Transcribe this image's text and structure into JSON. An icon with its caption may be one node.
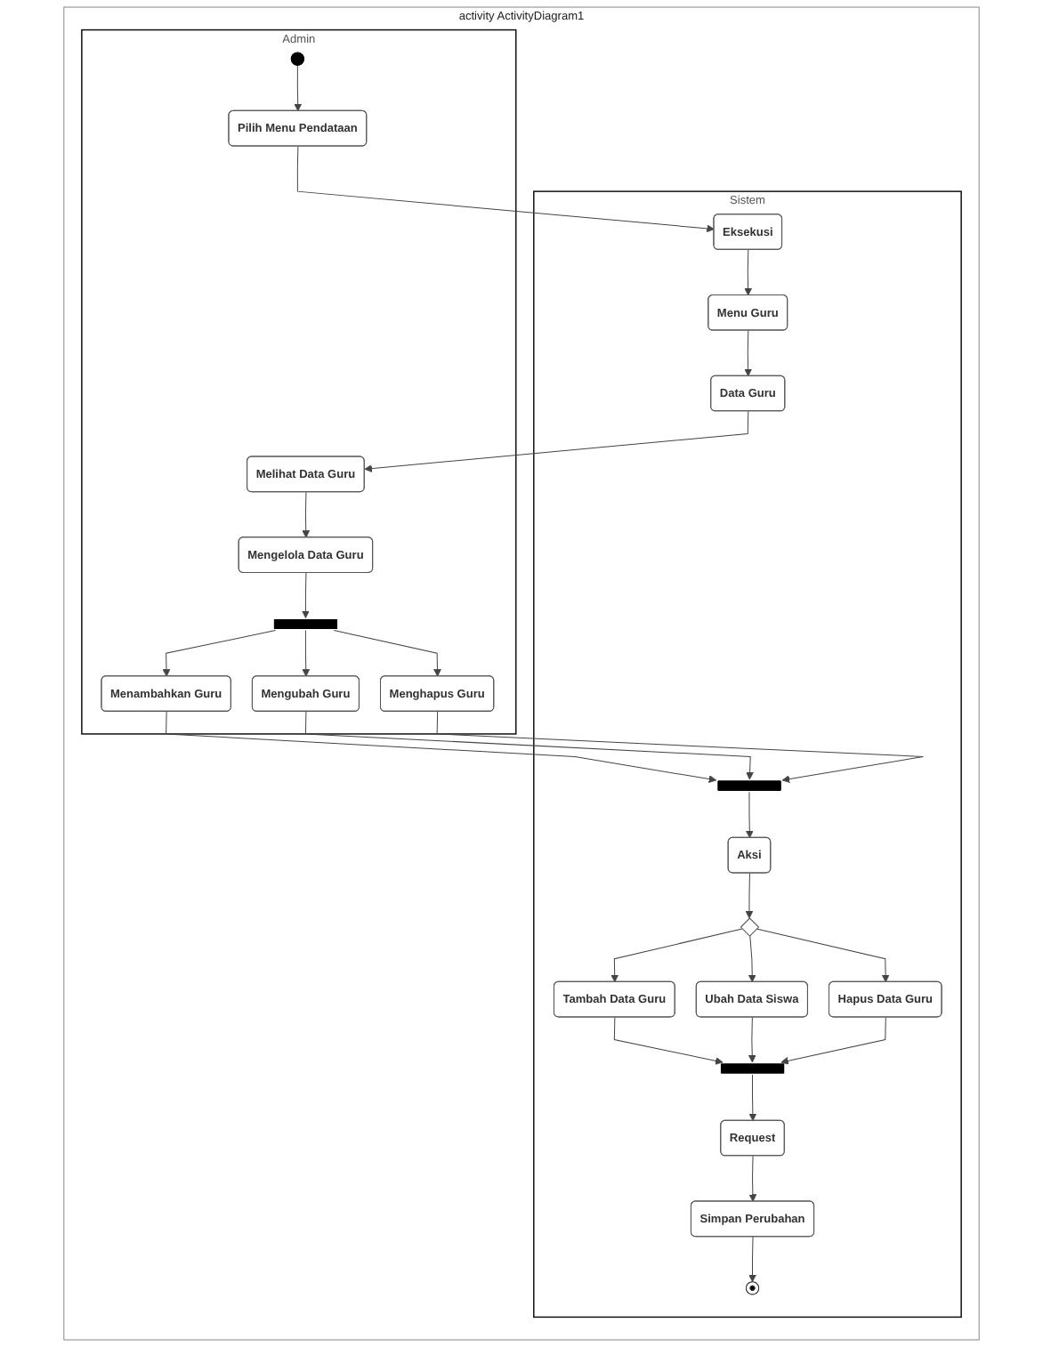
{
  "diagram": {
    "nodes": [
      {
        "text": [
          "activity ActivityDiagram1"
        ]
      },
      {
        "text": [
          "Admin"
        ],
        "in": 0
      },
      {
        "text": [
          "Sistem"
        ],
        "in": 0
      },
      {
        "text": [],
        "shape": "circle",
        "in": 1
      },
      {
        "text": [
          "Pilih Menu Pendataan"
        ],
        "in": 1
      },
      {
        "text": [
          "Eksekusi"
        ],
        "in": 2
      },
      {
        "text": [
          "Menu Guru"
        ],
        "in": 2
      },
      {
        "text": [
          "Melihat Data Guru"
        ],
        "in": 1
      },
      {
        "text": [
          "Data Guru"
        ],
        "in": 2
      },
      {
        "text": [
          "Mengelola Data Guru"
        ],
        "in": 1
      },
      {
        "text": [],
        "shape": "bar",
        "in": 1
      },
      {
        "text": [
          "Menambahkan Guru"
        ],
        "in": 1
      },
      {
        "text": [
          "Menghapus Guru"
        ],
        "in": 1
      },
      {
        "text": [
          "Mengubah Guru"
        ],
        "in": 1
      },
      {
        "text": [],
        "shape": "bar",
        "in": 2
      },
      {
        "text": [
          "Aksi"
        ],
        "in": 2
      },
      {
        "text": [],
        "shape": "diamond",
        "in": 2
      },
      {
        "text": [
          "Tambah Data Guru"
        ],
        "in": 2
      },
      {
        "text": [
          "Hapus Data Guru"
        ],
        "in": 2
      },
      {
        "text": [
          "Ubah Data Siswa"
        ],
        "in": 2
      },
      {
        "text": [],
        "shape": "bar",
        "in": 2
      },
      {
        "text": [
          "Request"
        ],
        "in": 2
      },
      {
        "text": [
          "Simpan Perubahan"
        ],
        "in": 2
      },
      {
        "text": [],
        "shape": "circle",
        "in": 2
      }
    ],
    "edges": [
      {
        "from": 3,
        "to": 4,
        "arrow": "to"
      },
      {
        "from": 4,
        "to": 5,
        "arrow": "to"
      },
      {
        "from": 5,
        "to": 6,
        "arrow": "to"
      },
      {
        "from": 6,
        "to": 8,
        "arrow": "to"
      },
      {
        "from": 8,
        "to": 7,
        "arrow": "to"
      },
      {
        "from": 7,
        "to": 9,
        "arrow": "to"
      },
      {
        "from": 9,
        "to": 10,
        "arrow": "to"
      },
      {
        "from": 10,
        "to": 11,
        "arrow": "to"
      },
      {
        "from": 10,
        "to": 13,
        "arrow": "to"
      },
      {
        "from": 10,
        "to": 12,
        "arrow": "to"
      },
      {
        "from": 11,
        "to": 14,
        "arrow": "to"
      },
      {
        "from": 13,
        "to": 14,
        "arrow": "to"
      },
      {
        "from": 12,
        "to": 14,
        "arrow": "to"
      },
      {
        "from": 14,
        "to": 15,
        "arrow": "to"
      },
      {
        "from": 15,
        "to": 16,
        "arrow": "to"
      },
      {
        "from": 16,
        "to": 17,
        "arrow": "to"
      },
      {
        "from": 16,
        "to": 19,
        "arrow": "to"
      },
      {
        "from": 16,
        "to": 18,
        "arrow": "to"
      },
      {
        "from": 17,
        "to": 20,
        "arrow": "to"
      },
      {
        "from": 19,
        "to": 20,
        "arrow": "to"
      },
      {
        "from": 18,
        "to": 20,
        "arrow": "to"
      },
      {
        "from": 20,
        "to": 21,
        "arrow": "to"
      },
      {
        "from": 21,
        "to": 22,
        "arrow": "to"
      },
      {
        "from": 22,
        "to": 23,
        "arrow": "to"
      }
    ]
  }
}
